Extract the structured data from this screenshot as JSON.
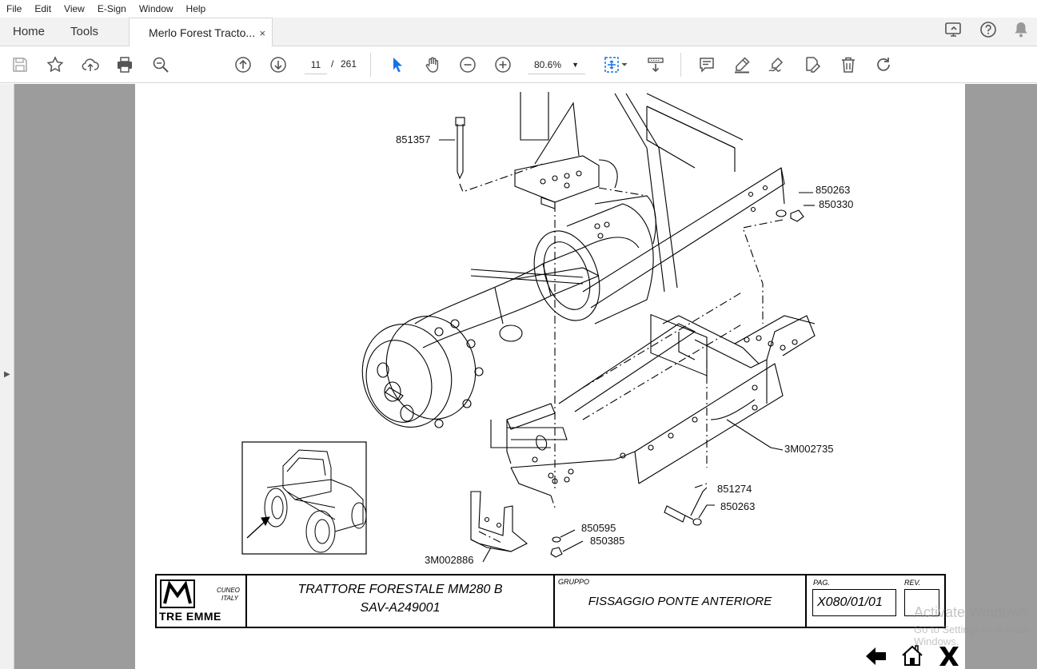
{
  "menu": [
    "File",
    "Edit",
    "View",
    "E-Sign",
    "Window",
    "Help"
  ],
  "tabs": {
    "home": "Home",
    "tools": "Tools",
    "document": "Merlo Forest Tracto...",
    "close": "×"
  },
  "toolbar": {
    "current_page": "11",
    "page_separator": "/",
    "total_pages": "261",
    "zoom": "80.6%"
  },
  "drawing": {
    "part_labels": [
      "851357",
      "850263",
      "850330",
      "3M002735",
      "851274",
      "850263",
      "850595",
      "850385",
      "3M002886"
    ]
  },
  "title_block": {
    "logo_location": "CUNEO",
    "logo_country": "ITALY",
    "logo_brand": "TRE EMME",
    "title_line1": "TRATTORE FORESTALE MM280 B",
    "title_line2": "SAV-A249001",
    "group_label": "GRUPPO",
    "group_value": "FISSAGGIO PONTE ANTERIORE",
    "page_label": "PAG.",
    "page_value": "X080/01/01",
    "rev_label": "REV.",
    "rev_value": ""
  },
  "watermark": {
    "line1": "Activate Windows",
    "line2": "Go to Settings to activate Windows."
  },
  "colors": {
    "accent": "#1473e6",
    "workspace": "#9c9c9c",
    "toolbar_icon": "#555555"
  }
}
